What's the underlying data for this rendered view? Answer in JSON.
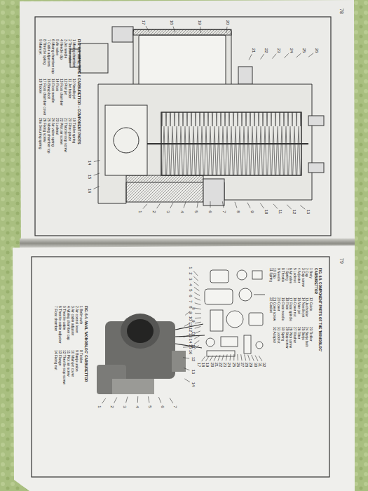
{
  "diagram": {
    "labels": [
      "78",
      "FIG. 6.3. AMAL TYPE 6 CARBURETTOR – COMPONENT PARTS",
      "1 Mixing chamber",
      "2 Throttle valve",
      "3 Jet needle",
      "4 Needle clip",
      "5 Air valve",
      "6 Mixing chamber cap",
      "7 Cable adjusters",
      "8 Throttle spring",
      "9 Main jet",
      "10 Needle jet",
      "11 Jet holder",
      "12 Pilot jet",
      "13 Float chamber",
      "14 Float",
      "15 Float needle",
      "16 Banjo bolt",
      "17 Float chamber cover",
      "18 Tickler",
      "19 Tickler spring",
      "20 Filter gauze",
      "21 Throttle stop screw",
      "22 Pilot air screw",
      "23 Locknut",
      "24 Air valve spring",
      "25 Mixing chamber top",
      "26 Fixing screw",
      "26a Securing spring",
      "1",
      "2",
      "3",
      "4",
      "5",
      "6",
      "7",
      "8",
      "9",
      "10",
      "11",
      "12",
      "13",
      "14",
      "15",
      "16",
      "17",
      "18",
      "19",
      "20",
      "21",
      "22",
      "23",
      "24",
      "25",
      "26",
      "79",
      "FIG. 6.4. AMAL 'MONOBLOC' CARBURETTOR",
      "1 Bellmouth",
      "2 Air control lever",
      "3 Air cable adjuster",
      "4 Mixing chamber cap",
      "5 Throttle cable",
      "6 Throttle cable adjuster",
      "7 Float chamber",
      "8 Tickler",
      "9 Banjo union",
      "10 Main jet cover",
      "11 Pilot air screw",
      "12 Throttle stop screw",
      "13 Flange",
      "14 Fixing nut",
      "1",
      "2",
      "3",
      "4",
      "5",
      "6",
      "7",
      "8",
      "9",
      "10",
      "11",
      "12",
      "13",
      "14",
      "FIG. 6.5. COMPONENT PARTS OF THE 'MONOBLOC' CARBURETTOR",
      "1 Body",
      "2 Cap",
      "3 Cap screw",
      "4 Adjuster",
      "5 Locknut",
      "6 Air valve",
      "7 Spring",
      "8 Throttle",
      "9 Needle",
      "10 Clip",
      "11 Spring",
      "12 Guide",
      "13 Jet holder",
      "14 Needle jet",
      "15 Main jet",
      "16 Cover nut",
      "17 Float spindle",
      "18 Float",
      "19 Float needle",
      "20 Cover",
      "21 Cover screw",
      "22 Gasket",
      "23 Tickler",
      "24 Banjo bolt",
      "25 Banjo",
      "26 Filter",
      "27 Washer",
      "28 Pilot screw",
      "29 Stop screw",
      "30 Spring",
      "31 Locknut",
      "32 Adaptor",
      "1",
      "2",
      "3",
      "4",
      "5",
      "6",
      "7",
      "8",
      "9",
      "10",
      "11",
      "12",
      "13",
      "14",
      "15",
      "16",
      "17",
      "18",
      "19",
      "20",
      "21",
      "22",
      "23",
      "24",
      "25",
      "26",
      "27",
      "28",
      "29",
      "30",
      "31",
      "32"
    ]
  }
}
